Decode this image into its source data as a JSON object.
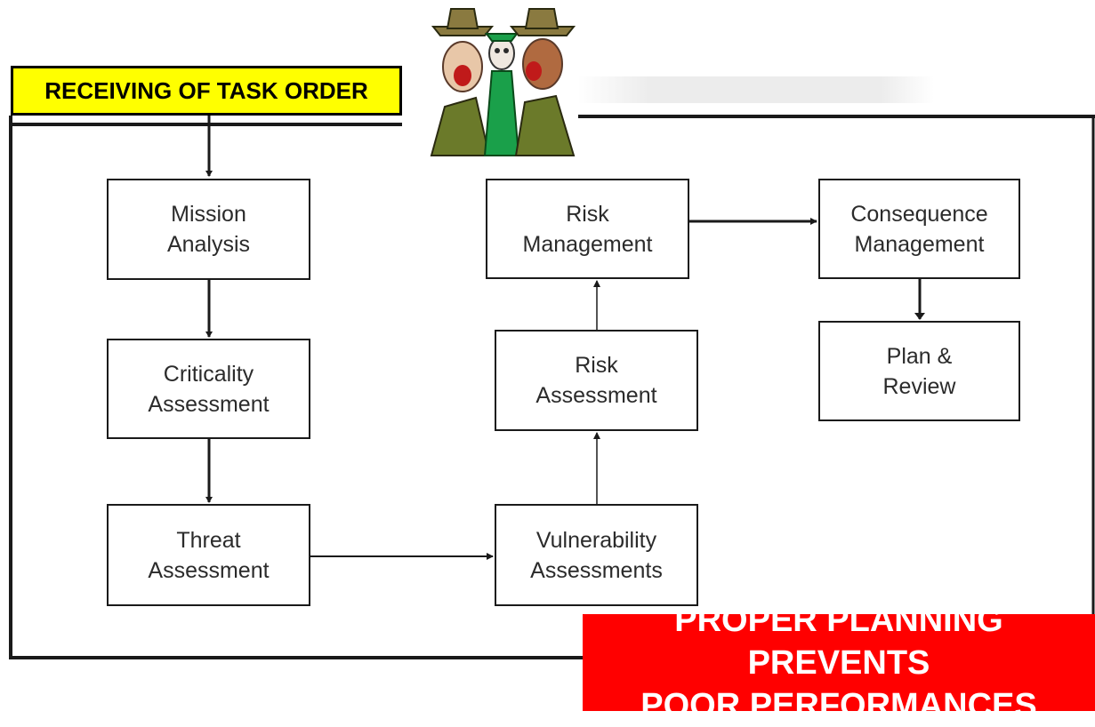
{
  "header": {
    "title": "RECEIVING OF TASK ORDER"
  },
  "illustration": {
    "icon": "drill-sergeants-shouting-cartoon"
  },
  "colors": {
    "title_bg": "#ffff00",
    "slogan_bg": "#ff0000",
    "slogan_text": "#ffffff",
    "line": "#1a1a1a"
  },
  "steps": {
    "mission_analysis": "Mission\nAnalysis",
    "criticality_assessment": "Criticality\nAssessment",
    "threat_assessment": "Threat\nAssessment",
    "vulnerability_assessments": "Vulnerability\nAssessments",
    "risk_assessment": "Risk\nAssessment",
    "risk_management": "Risk\nManagement",
    "consequence_management": "Consequence\nManagement",
    "plan_review": "Plan &\nReview"
  },
  "footer": {
    "slogan": "PROPER PLANNING PREVENTS\nPOOR PERFORMANCES"
  }
}
